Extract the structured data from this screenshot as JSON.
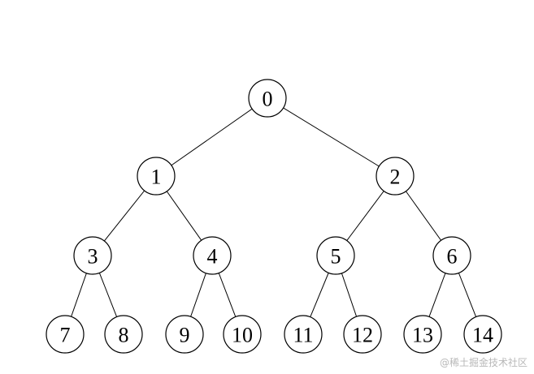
{
  "tree": {
    "nodes": [
      {
        "id": 0,
        "label": "0"
      },
      {
        "id": 1,
        "label": "1"
      },
      {
        "id": 2,
        "label": "2"
      },
      {
        "id": 3,
        "label": "3"
      },
      {
        "id": 4,
        "label": "4"
      },
      {
        "id": 5,
        "label": "5"
      },
      {
        "id": 6,
        "label": "6"
      },
      {
        "id": 7,
        "label": "7"
      },
      {
        "id": 8,
        "label": "8"
      },
      {
        "id": 9,
        "label": "9"
      },
      {
        "id": 10,
        "label": "10"
      },
      {
        "id": 11,
        "label": "11"
      },
      {
        "id": 12,
        "label": "12"
      },
      {
        "id": 13,
        "label": "13"
      },
      {
        "id": 14,
        "label": "14"
      }
    ],
    "edges": [
      [
        0,
        1
      ],
      [
        0,
        2
      ],
      [
        1,
        3
      ],
      [
        1,
        4
      ],
      [
        2,
        5
      ],
      [
        2,
        6
      ],
      [
        3,
        7
      ],
      [
        3,
        8
      ],
      [
        4,
        9
      ],
      [
        4,
        10
      ],
      [
        5,
        11
      ],
      [
        5,
        12
      ],
      [
        6,
        13
      ],
      [
        6,
        14
      ]
    ]
  },
  "watermark": {
    "text": "@稀土掘金技术社区"
  },
  "colors": {
    "stroke": "#000000",
    "fill": "#ffffff",
    "watermark": "#b8b8b8"
  }
}
